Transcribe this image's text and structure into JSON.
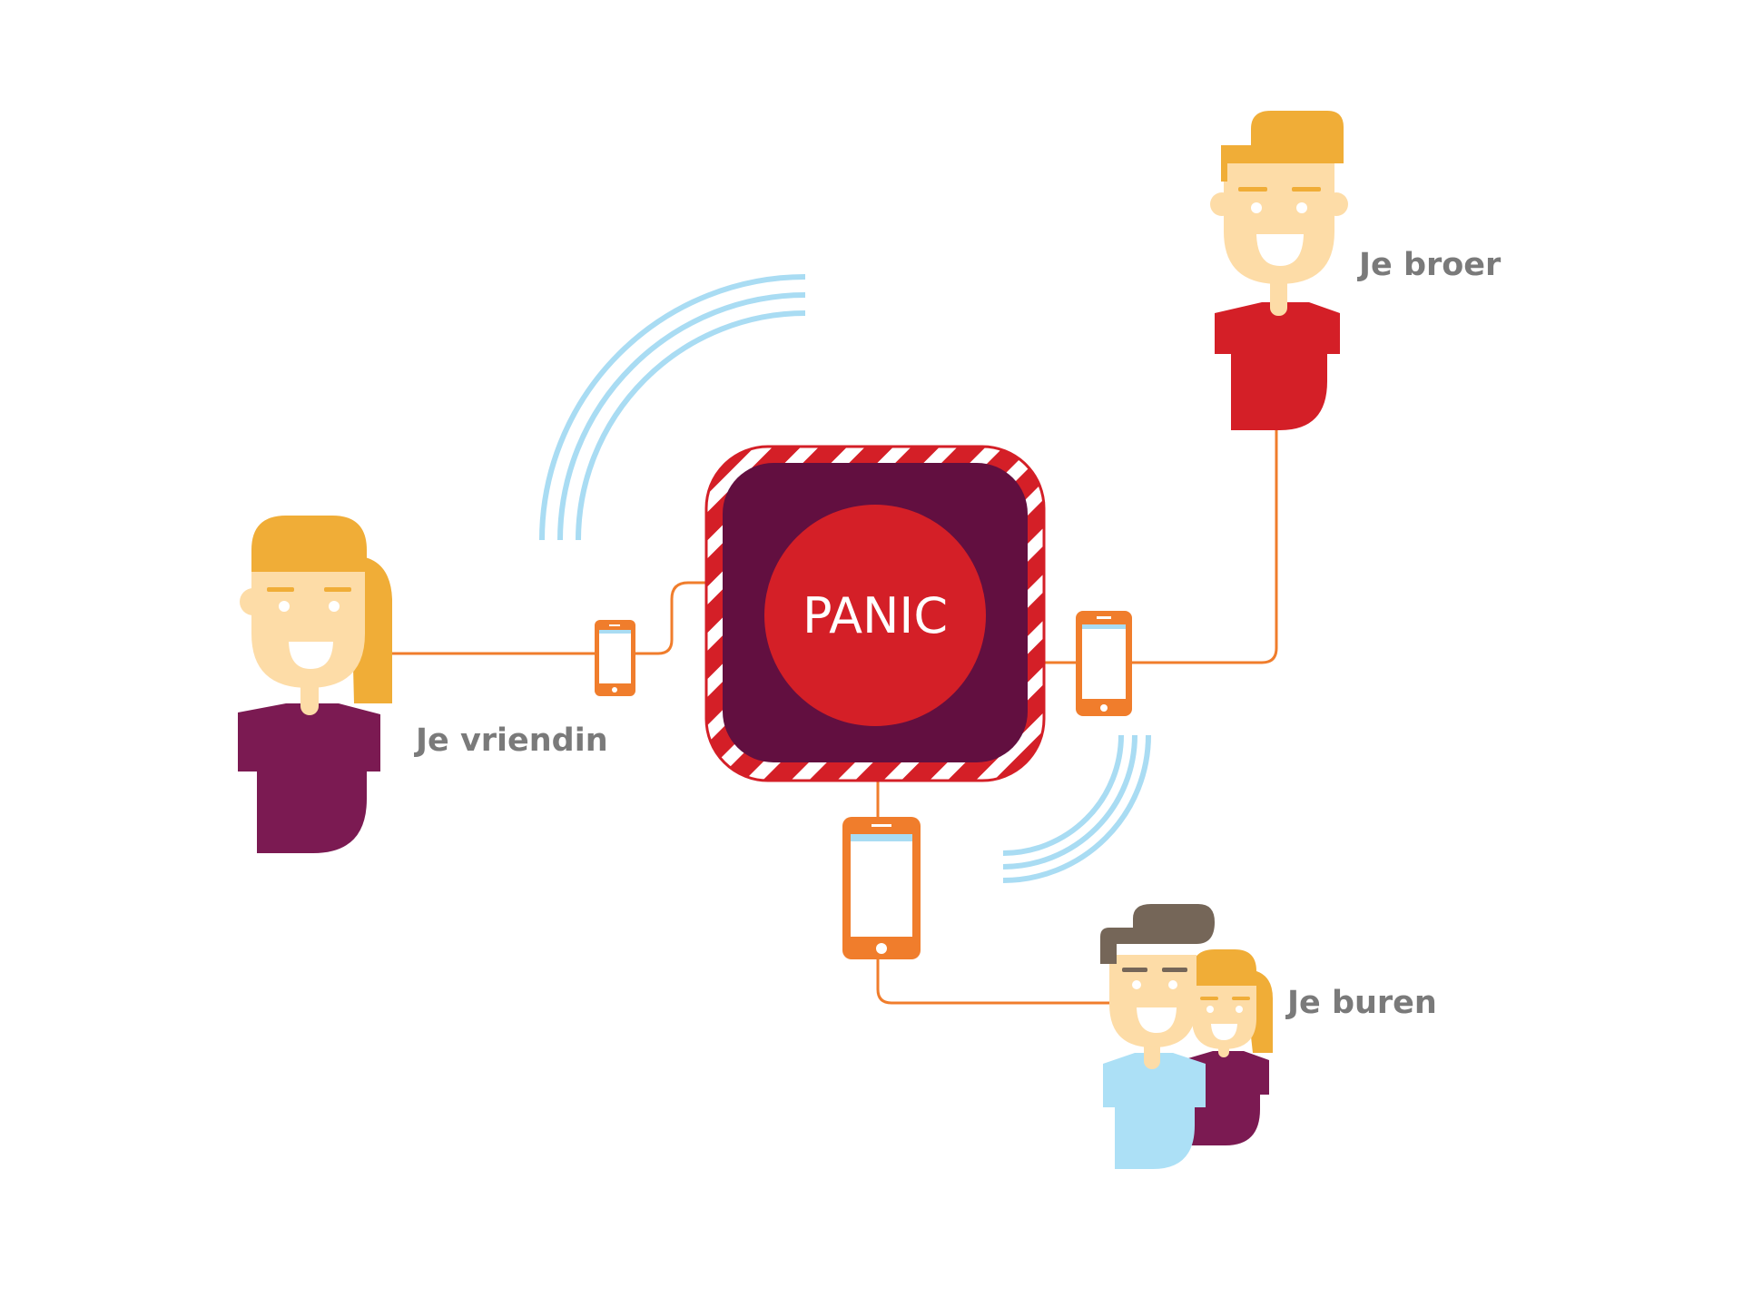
{
  "panic_button": {
    "label": "PANIC"
  },
  "contacts": {
    "friend": {
      "label": "Je vriendin"
    },
    "brother": {
      "label": "Je broer"
    },
    "neighbors": {
      "label": "Je buren"
    }
  },
  "colors": {
    "background": "#ffffff",
    "wire": "#f07d2c",
    "phone": "#f07d2c",
    "signal_waves": "#a9dcf3",
    "panic_box": "#620f40",
    "panic_frame": "#d41f27",
    "panic_button": "#d41f27",
    "hair_blonde": "#f0ad37",
    "hair_brown": "#756658",
    "skin": "#fddca7",
    "shirt_purple": "#7b1a52",
    "shirt_red": "#d41f27",
    "shirt_lightblue": "#ace0f6",
    "label_text": "#7a7a7a"
  }
}
